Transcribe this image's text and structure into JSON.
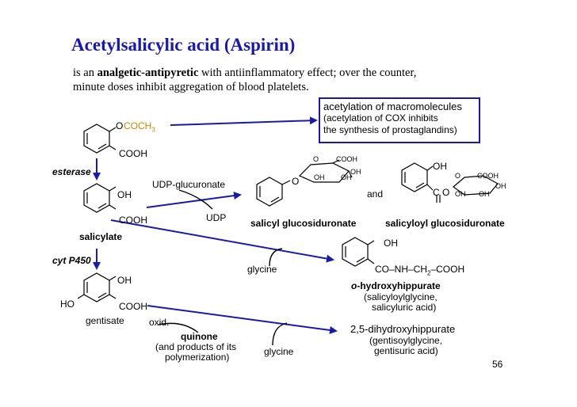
{
  "title": "Acetylsalicylic acid (Aspirin)",
  "subtitle": {
    "prefix": "is an ",
    "emphasis": "analgetic-antipyretic",
    "rest": " with antiinflammatory effect; over the counter, minute doses inhibit aggregation of blood platelets."
  },
  "box": {
    "line1": "acetylation of macromolecules",
    "line2": "(acetylation of COX inhibits",
    "line3": " the synthesis of prostaglandins)"
  },
  "aspirin": {
    "ester_o": "O",
    "ester_group": "COCH",
    "sub3": "3",
    "cooh": "COOH"
  },
  "enzymes": {
    "esterase": "esterase",
    "cyt": "cyt P450"
  },
  "udp_glucuronate": "UDP-glucuronate",
  "udp": "UDP",
  "and": "and",
  "glycine1": "glycine",
  "glycine2": "glycine",
  "oxid": "oxid.",
  "salicylate": {
    "oh": "OH",
    "cooh": "COOH",
    "name": "salicylate"
  },
  "gentisate": {
    "oh": "OH",
    "ho": "HO",
    "cooh": "COOH",
    "name": "gentisate"
  },
  "glucuronide1": {
    "cooh": "COOH",
    "o1": "O",
    "oh1": "OH",
    "oh2": "OH",
    "oh3": "OH",
    "link_o": "O",
    "name": "salicyl glucosiduronate"
  },
  "glucuronide2": {
    "oh": "OH",
    "cooh": "COOH",
    "c": "C",
    "o": "O",
    "o2": "O",
    "oh1": "OH",
    "oh2": "OH",
    "oh3": "OH",
    "name": "salicyloyl glucosiduronate"
  },
  "hippurate": {
    "oh": "OH",
    "chain": "CO–NH–CH",
    "sub2": "2",
    "chain_end": "–COOH",
    "name_prefix": "o",
    "name_rest": "-hydroxyhippurate",
    "alt1": "(salicyloylglycine,",
    "alt2": "salicyluric acid)"
  },
  "dihydroxy": {
    "name": "2,5-dihydroxyhippurate",
    "alt1": "(gentisoylglycine,",
    "alt2": "gentisuric acid)"
  },
  "quinone": {
    "name": "quinone",
    "line2": "(and products of its",
    "line3": "polymerization)"
  },
  "page_number": "56"
}
